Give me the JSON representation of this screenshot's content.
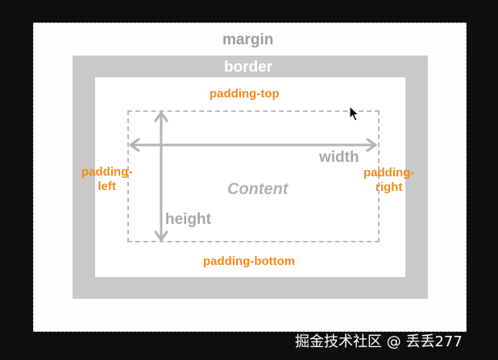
{
  "diagram": {
    "margin_label": "margin",
    "border_label": "border",
    "padding_top_label": "padding-top",
    "padding_bottom_label": "padding-bottom",
    "padding_left_label": [
      "padding-",
      "left"
    ],
    "padding_right_label": [
      "padding-",
      "right"
    ],
    "width_label": "width",
    "height_label": "height",
    "content_label": "Content"
  },
  "colors": {
    "padding_text": "#ef8c1c",
    "border_fill": "#c9c9c9",
    "arrow": "#b3b3b3",
    "background": "#0e0e0e"
  },
  "icons": {
    "cursor": "mouse-pointer-icon"
  },
  "watermark": "掘金技术社区 @ 丢丢277"
}
